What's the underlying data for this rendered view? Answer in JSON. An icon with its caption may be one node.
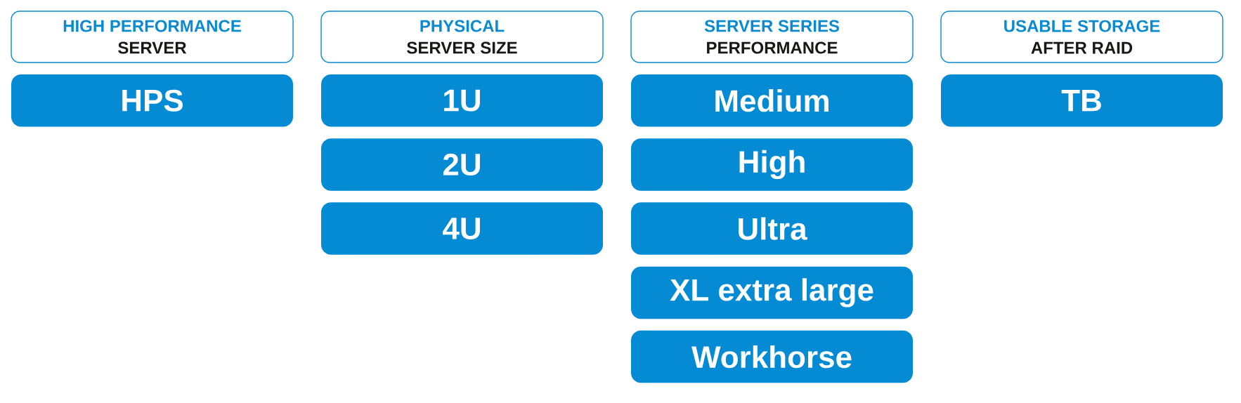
{
  "diagram": {
    "nodes": [
      {
        "text": [
          "HIGH PERFORMANCE",
          "SERVER"
        ]
      },
      {
        "text": [
          "HPS"
        ]
      },
      {
        "text": [
          "PHYSICAL",
          "SERVER SIZE"
        ]
      },
      {
        "text": [
          "1U"
        ]
      },
      {
        "text": [
          "2U"
        ]
      },
      {
        "text": [
          "4U"
        ]
      },
      {
        "text": [
          "SERVER SERIES",
          "PERFORMANCE"
        ]
      },
      {
        "text": [
          "Medium"
        ]
      },
      {
        "text": [
          "High"
        ]
      },
      {
        "text": [
          "Ultra"
        ]
      },
      {
        "text": [
          "XL extra large"
        ]
      },
      {
        "text": [
          "Workhorse"
        ]
      },
      {
        "text": [
          "USABLE STORAGE",
          "AFTER RAID"
        ]
      },
      {
        "text": [
          "TB"
        ]
      }
    ]
  }
}
